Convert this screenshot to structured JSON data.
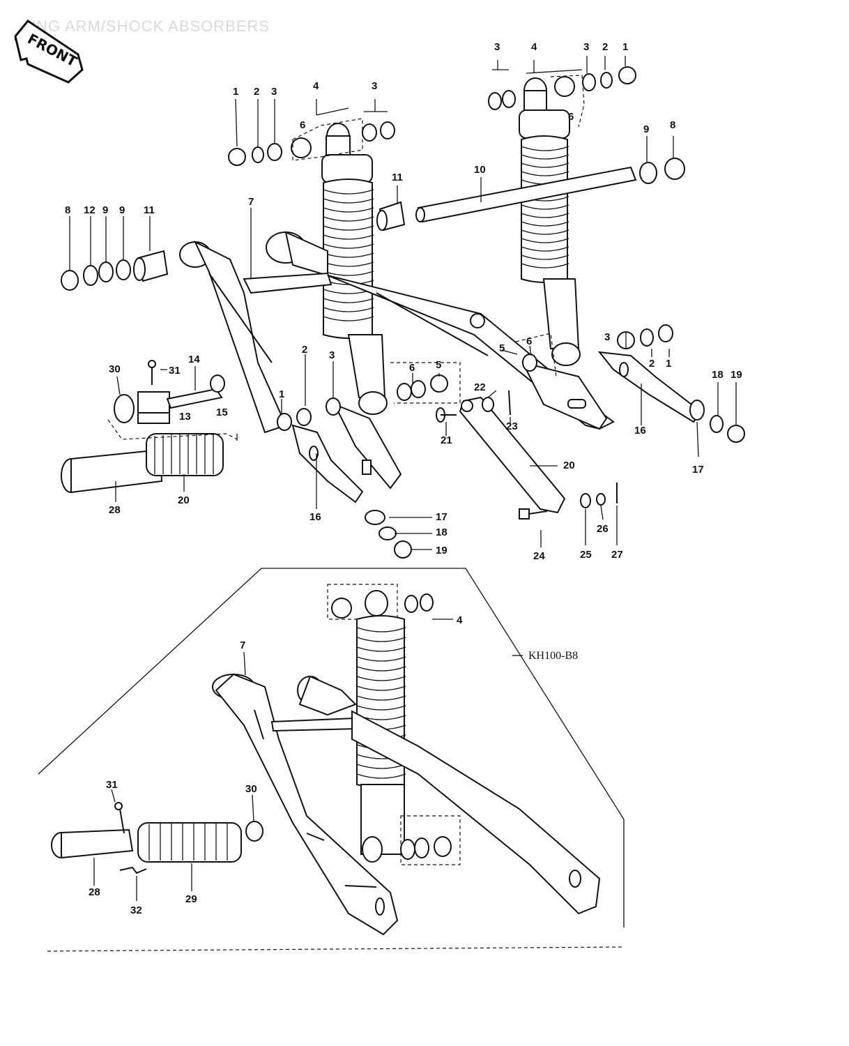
{
  "title": "SWING ARM/SHOCK ABSORBERS",
  "title_visible": "ING ARM/SHOCK ABSORBERS",
  "front_label": "FRONT",
  "model_label": "KH100-B8",
  "callouts": {
    "c1": "3",
    "c2": "4",
    "c3": "3",
    "c4": "2",
    "c5": "1",
    "c6": "1",
    "c7": "2",
    "c8": "3",
    "c9": "4",
    "c10": "3",
    "c11": "6",
    "c12": "6",
    "c13": "9",
    "c14": "8",
    "c15": "10",
    "c16": "11",
    "c17": "8",
    "c18": "12",
    "c19": "9",
    "c20": "9",
    "c21": "11",
    "c22": "7",
    "c23": "3",
    "c24": "2",
    "c25": "1",
    "c26": "5",
    "c27": "6",
    "c28": "2",
    "c29": "3",
    "c30": "6",
    "c31": "5",
    "c32": "1",
    "c33": "30",
    "c34": "31",
    "c35": "14",
    "c36": "13",
    "c37": "15",
    "c38": "28",
    "c39": "20",
    "c40": "16",
    "c41": "17",
    "c42": "18",
    "c43": "19",
    "c44": "22",
    "c45": "23",
    "c46": "21",
    "c47": "20",
    "c48": "18",
    "c49": "19",
    "c50": "16",
    "c51": "17",
    "c52": "24",
    "c53": "25",
    "c54": "26",
    "c55": "27",
    "c56": "4",
    "c57": "7",
    "c58": "31",
    "c59": "30",
    "c60": "28",
    "c61": "29",
    "c62": "32"
  }
}
